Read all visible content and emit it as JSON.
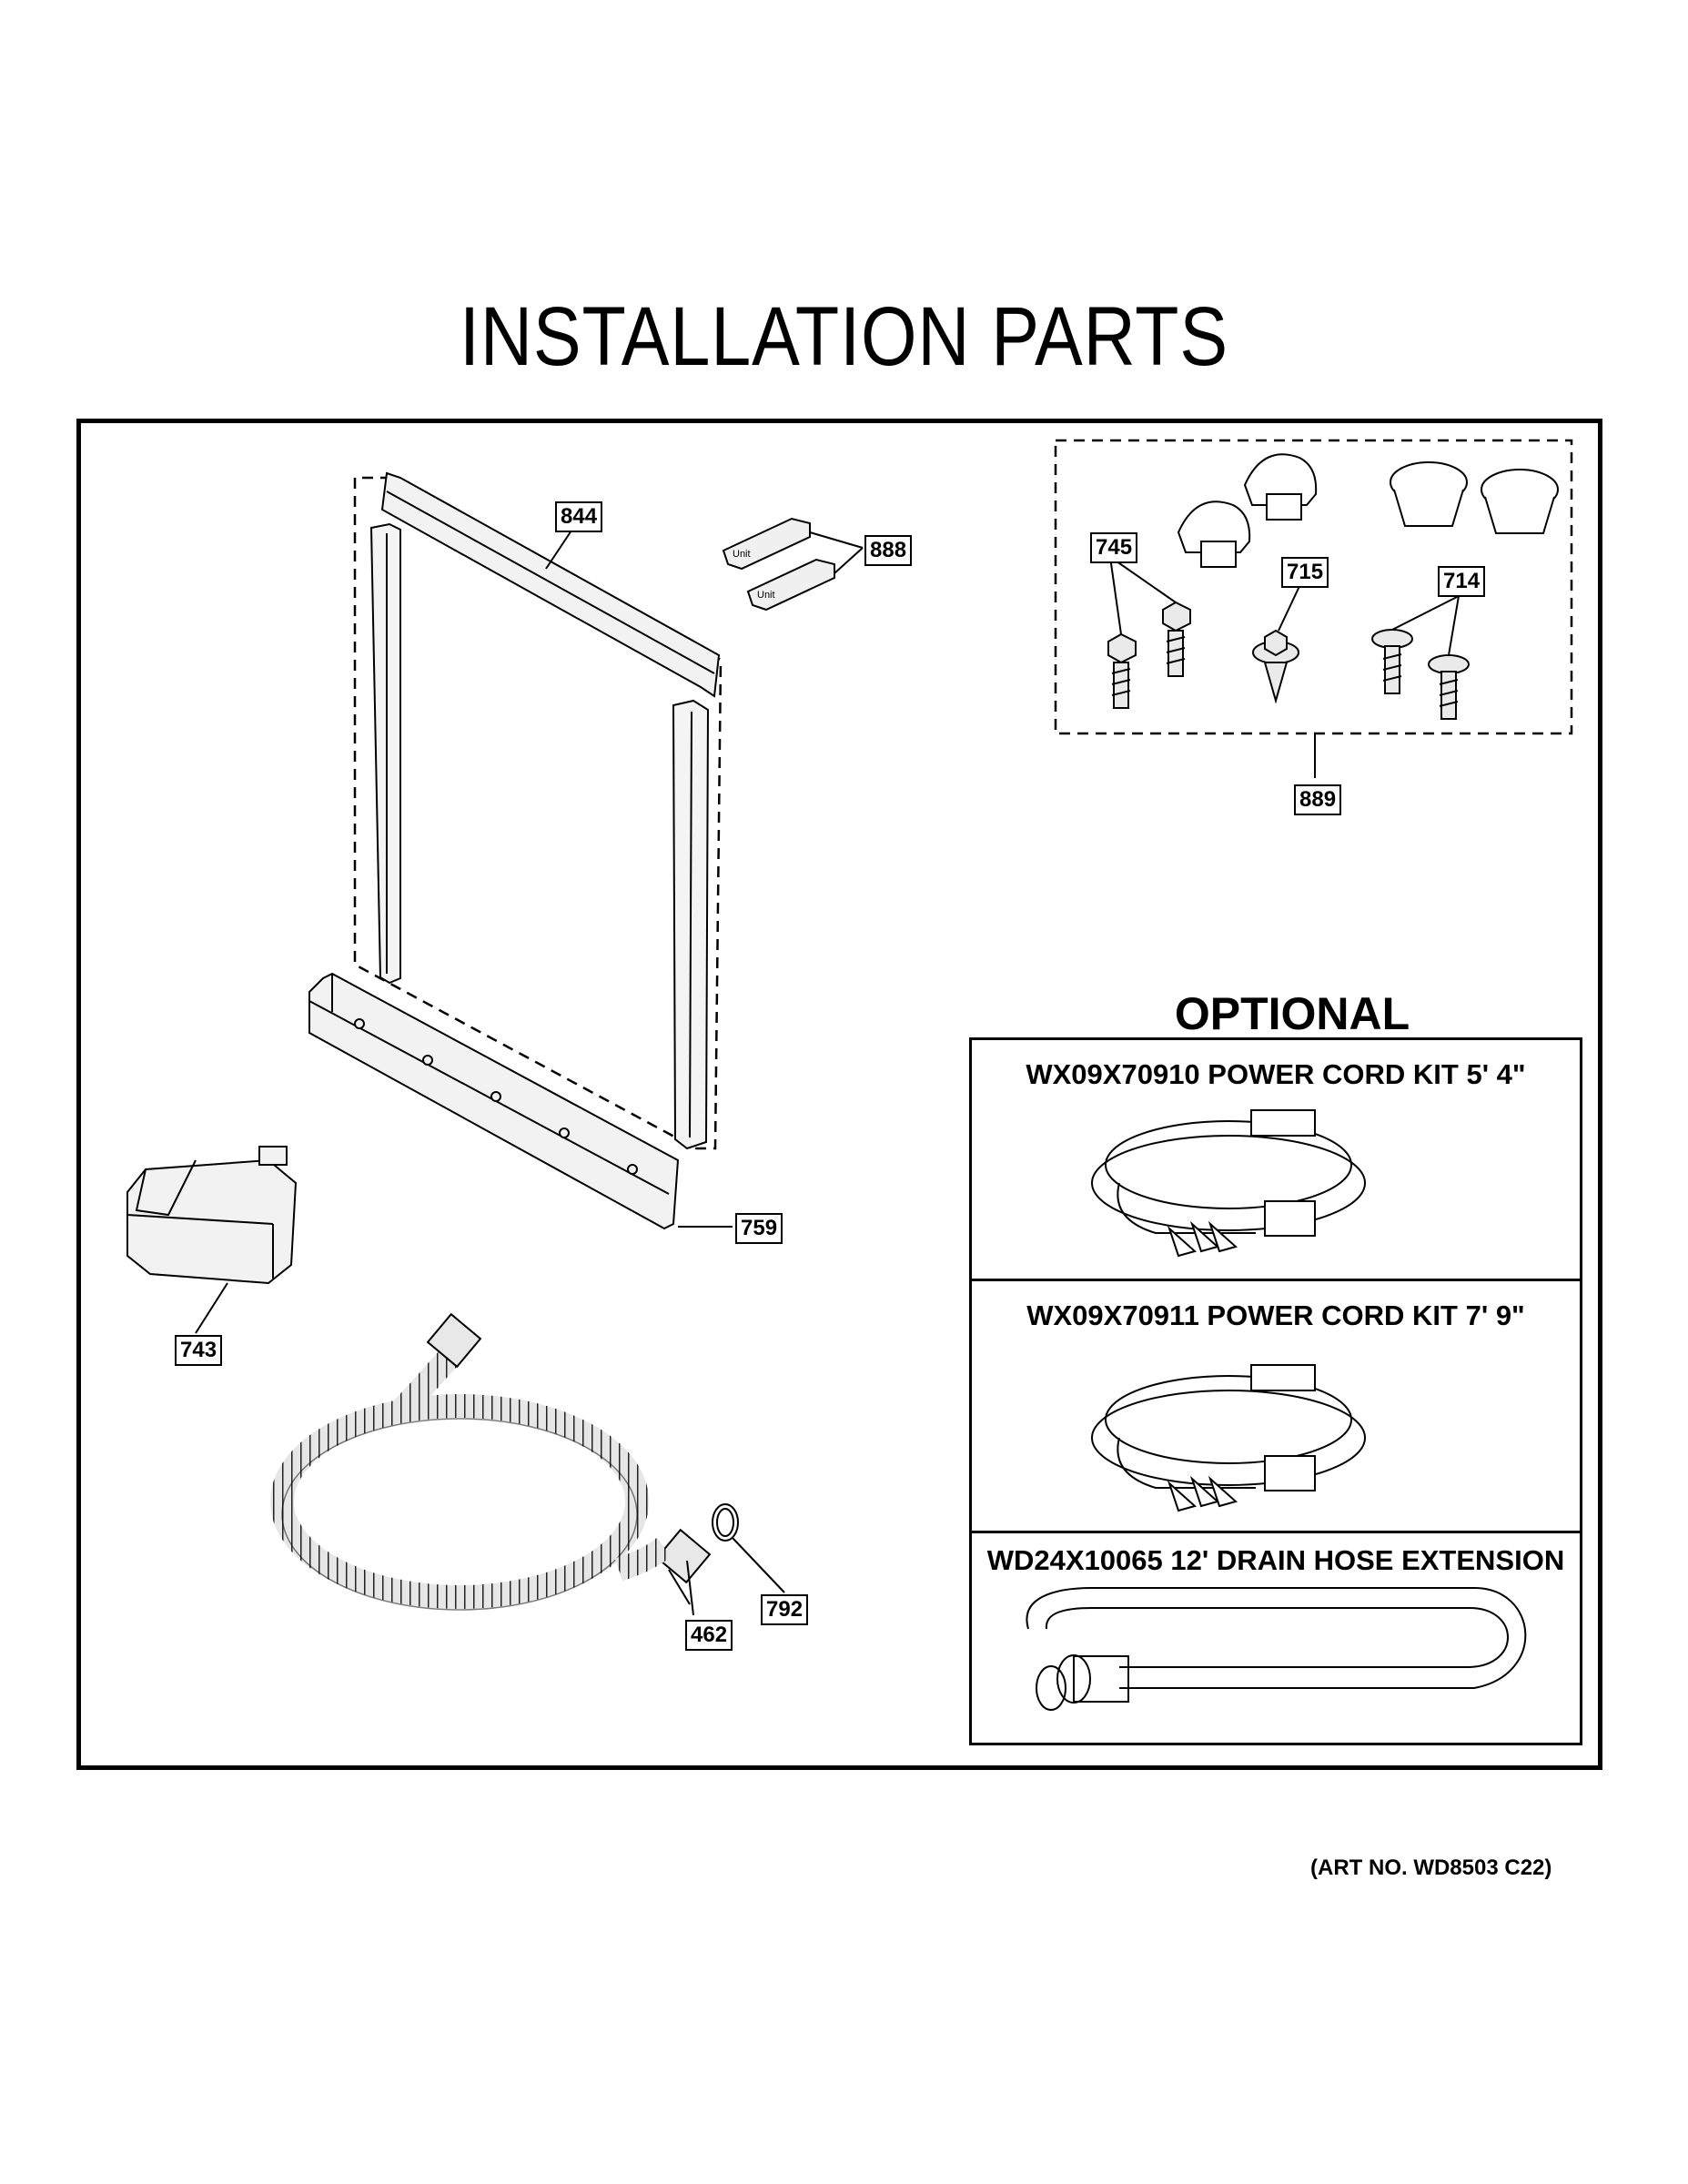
{
  "title": "INSTALLATION PARTS",
  "callouts": {
    "c844": "844",
    "c888": "888",
    "c745": "745",
    "c715": "715",
    "c714": "714",
    "c889": "889",
    "c759": "759",
    "c743": "743",
    "c792": "792",
    "c462": "462"
  },
  "optional": {
    "title": "OPTIONAL",
    "kits": [
      {
        "label": "WX09X70910 POWER CORD KIT 5' 4\""
      },
      {
        "label": "WX09X70911 POWER CORD KIT 7' 9\""
      },
      {
        "label": "WD24X10065 12' DRAIN HOSE EXTENSION"
      }
    ]
  },
  "art_number": "(ART NO. WD8503 C22)"
}
